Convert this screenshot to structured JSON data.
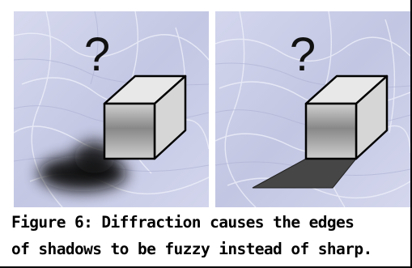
{
  "figure": {
    "panels": [
      {
        "name": "fuzzy-shadow-panel",
        "symbol": "?",
        "shadow": "fuzzy"
      },
      {
        "name": "sharp-shadow-panel",
        "symbol": "?",
        "shadow": "sharp"
      }
    ],
    "caption_line1": "Figure 6: Diffraction causes the edges",
    "caption_line2": "of shadows to be fuzzy instead of sharp."
  },
  "colors": {
    "background_texture": "#c9cde6",
    "cube_front": "#9a9a9a",
    "cube_top": "#e6e6e6",
    "cube_side": "#d8d8d8",
    "sharp_shadow": "#4a4a4a",
    "fuzzy_shadow": "#1a1a1a"
  }
}
